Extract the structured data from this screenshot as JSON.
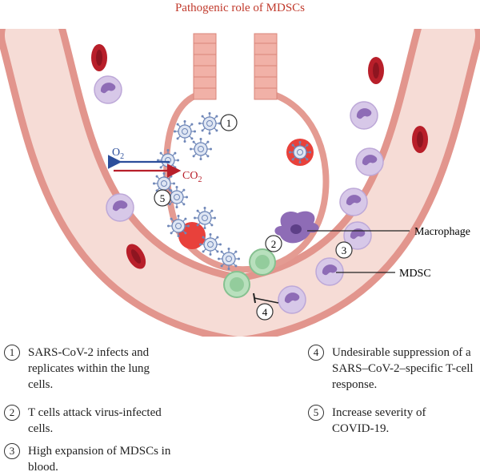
{
  "title": "Pathogenic role of MDSCs",
  "labels": {
    "o2_main": "O",
    "o2_sub": "2",
    "co2_main": "CO",
    "co2_sub": "2",
    "macrophage": "Macrophage",
    "mdsc": "MDSC"
  },
  "markers": [
    "1",
    "2",
    "3",
    "4",
    "5"
  ],
  "legend": [
    {
      "num": "1",
      "text": "SARS-CoV-2 infects and\nreplicates within the lung\ncells."
    },
    {
      "num": "2",
      "text": "T cells attack virus-infected\ncells."
    },
    {
      "num": "3",
      "text": "High expansion of MDSCs in\nblood."
    },
    {
      "num": "4",
      "text": "Undesirable suppression of a\nSARS–CoV-2–specific T-cell\nresponse."
    },
    {
      "num": "5",
      "text": "Increase severity of\nCOVID-19."
    }
  ],
  "colors": {
    "title": "#c0392b",
    "vessel_wall": "#e8a7a0",
    "vessel_lumen": "#f6dcd6",
    "rbc": "#b81f2a",
    "mdsc": "#c6b3dd",
    "t_cell": "#a7d6ad",
    "macrophage": "#8e6cb6",
    "virus": "#8aa6d0",
    "o2_arrow": "#2c4e9b",
    "co2_arrow": "#b81f2a"
  }
}
